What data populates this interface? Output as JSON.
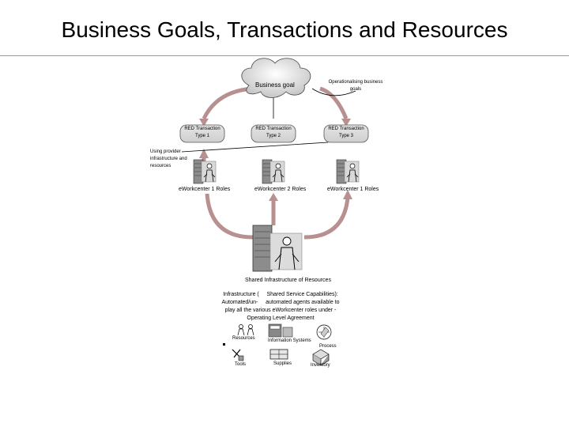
{
  "title": "Business Goals, Transactions and Resources",
  "business_goal": "Business goal",
  "operationalising": [
    "Operationalising business",
    "goals"
  ],
  "transactions": [
    {
      "line1": "RED Transaction",
      "line2": "Type 1"
    },
    {
      "line1": "RED Transaction",
      "line2": "Type 2"
    },
    {
      "line1": "RED Transaction",
      "line2": "Type 3"
    }
  ],
  "using_provider": [
    "Using provider",
    "infrastructure and",
    "resources"
  ],
  "workcenters": [
    "eWorkcenter 1 Roles",
    "eWorkcenter 2 Roles",
    "eWorkcenter 1 Roles"
  ],
  "shared_infrastructure": "Shared Infrastructure of Resources",
  "infrastructure_text": [
    "Infrastructure (     Shared Service Capabilities):",
    "Automated/un-     automated agents available to",
    "play all the various eWorkcenter roles under -",
    "Operating Level Agreement"
  ],
  "resource_labels": {
    "resources": "Resources",
    "information_systems": "Information Systems",
    "process": "Process",
    "tools": "Tools",
    "supplies": "Supplies",
    "inventory": "Inventory"
  }
}
